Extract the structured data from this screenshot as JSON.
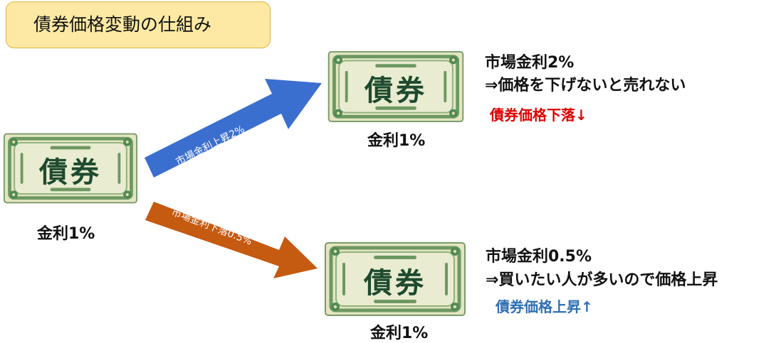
{
  "title": "債券価格変動の仕組み",
  "bond_char": "債券",
  "left_bond": {
    "rate": "金利1%"
  },
  "arrow_up": {
    "label": "市場金利上昇2%"
  },
  "arrow_down": {
    "label": "市場金利下落0.5%"
  },
  "top_right": {
    "rate": "金利1%",
    "line1": "市場金利2%",
    "line2": "⇒価格を下げないと売れない",
    "result": "債券価格下落↓",
    "result_color": "#e00000"
  },
  "bottom_right": {
    "rate": "金利1%",
    "line1": "市場金利0.5%",
    "line2": "⇒買いたい人が多いので価格上昇",
    "result": "債券価格上昇↑",
    "result_color": "#2f6fb3"
  },
  "colors": {
    "arrow_up": "#3b6fcf",
    "arrow_down": "#c55a11",
    "bond_paper": "#e3e6c1",
    "bond_border": "#5e8a55",
    "bond_text": "#1e4a2e"
  }
}
